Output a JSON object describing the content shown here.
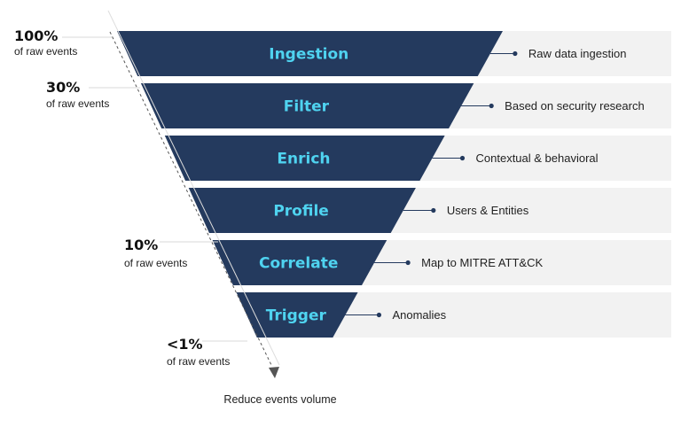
{
  "colors": {
    "band": "#243a5e",
    "stage_text": "#4fd3f0",
    "row_bg": "#f2f2f2",
    "connector": "#243a5e",
    "divider": "#d9d9d9",
    "axis": "#555555"
  },
  "stages": [
    {
      "name": "Ingestion",
      "description": "Raw data ingestion"
    },
    {
      "name": "Filter",
      "description": "Based on security research"
    },
    {
      "name": "Enrich",
      "description": "Contextual & behavioral"
    },
    {
      "name": "Profile",
      "description": "Users & Entities"
    },
    {
      "name": "Correlate",
      "description": "Map to MITRE ATT&CK"
    },
    {
      "name": "Trigger",
      "description": "Anomalies"
    }
  ],
  "volume_markers": [
    {
      "value": "100%",
      "sub": "of raw events"
    },
    {
      "value": "30%",
      "sub": "of raw events"
    },
    {
      "value": "10%",
      "sub": "of raw events"
    },
    {
      "value": "<1%",
      "sub": "of raw events"
    }
  ],
  "axis_caption": "Reduce events volume"
}
